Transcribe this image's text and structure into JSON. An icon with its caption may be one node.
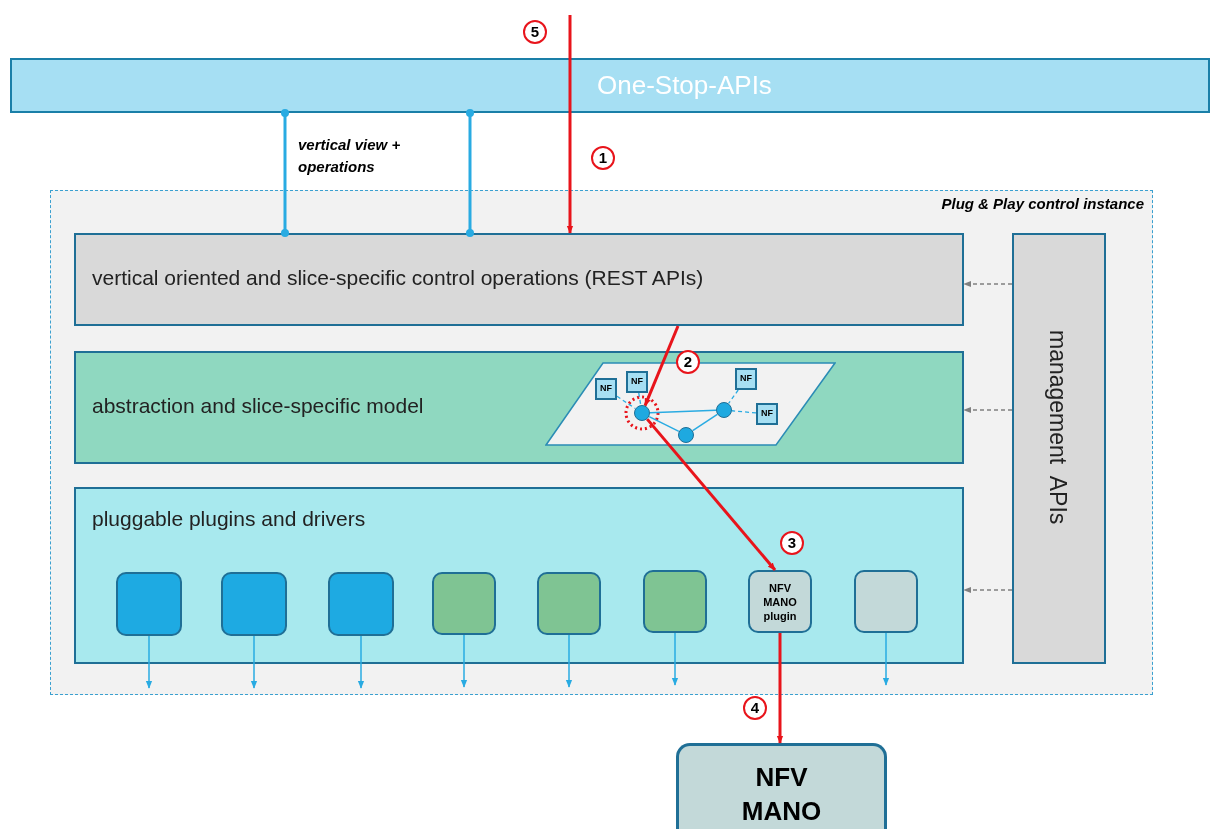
{
  "diagram": {
    "nodes": [
      {
        "text": [
          "One-Stop-APIs"
        ]
      },
      {
        "text": [
          "Plug & Play control instance"
        ]
      },
      {
        "text": [
          "vertical oriented and slice-specific control operations (REST APIs)"
        ],
        "in": 1
      },
      {
        "text": [
          "abstraction and slice-specific model"
        ],
        "in": 1
      },
      {
        "text": [],
        "shape": "parallelogram",
        "in": 3
      },
      {
        "text": [
          "NF"
        ],
        "in": 4
      },
      {
        "text": [
          "NF"
        ],
        "in": 4
      },
      {
        "text": [
          "NF"
        ],
        "in": 4
      },
      {
        "text": [
          "NF"
        ],
        "in": 4
      },
      {
        "text": [],
        "shape": "circle",
        "in": 4
      },
      {
        "text": [],
        "shape": "circle",
        "in": 4
      },
      {
        "text": [],
        "shape": "circle",
        "in": 4
      },
      {
        "text": [
          "pluggable plugins and drivers"
        ],
        "in": 1
      },
      {
        "text": [],
        "shape": "box",
        "in": 12
      },
      {
        "text": [],
        "shape": "box",
        "in": 12
      },
      {
        "text": [],
        "shape": "box",
        "in": 12
      },
      {
        "text": [],
        "shape": "box",
        "in": 12
      },
      {
        "text": [],
        "shape": "box",
        "in": 12
      },
      {
        "text": [],
        "shape": "box",
        "in": 12
      },
      {
        "text": [
          "NFV MANO plugin"
        ],
        "in": 12
      },
      {
        "text": [],
        "shape": "box",
        "in": 12
      },
      {
        "text": [
          "management  APIs"
        ],
        "in": 1
      },
      {
        "text": [
          "NFV MANO"
        ]
      }
    ],
    "edges": [
      {
        "from": 0,
        "to": 2,
        "arrow": "other"
      },
      {
        "from": 0,
        "to": 2,
        "arrow": "other"
      },
      {
        "from": null,
        "to": 2,
        "arrow": "to",
        "color": "#e8141b"
      },
      {
        "from": 2,
        "to": 9,
        "arrow": "to",
        "color": "#e8141b"
      },
      {
        "from": 9,
        "to": 19,
        "arrow": "to",
        "color": "#e8141b"
      },
      {
        "from": 19,
        "to": 22,
        "arrow": "to",
        "color": "#e8141b"
      },
      {
        "from": 5,
        "to": 9,
        "arrow": "none",
        "style": "dashed"
      },
      {
        "from": 6,
        "to": 9,
        "arrow": "none",
        "style": "dashed"
      },
      {
        "from": 9,
        "to": 11,
        "arrow": "none"
      },
      {
        "from": 9,
        "to": 10,
        "arrow": "none"
      },
      {
        "from": 10,
        "to": 11,
        "arrow": "none"
      },
      {
        "from": 7,
        "to": 11,
        "arrow": "none",
        "style": "dashed"
      },
      {
        "from": 8,
        "to": 11,
        "arrow": "none",
        "style": "dashed"
      },
      {
        "from": 21,
        "to": 2,
        "arrow": "to",
        "style": "dashed",
        "color": "#808080"
      },
      {
        "from": 21,
        "to": 3,
        "arrow": "to",
        "style": "dashed",
        "color": "#808080"
      },
      {
        "from": 21,
        "to": 12,
        "arrow": "to",
        "style": "dashed",
        "color": "#808080"
      },
      {
        "from": 13,
        "to": null,
        "arrow": "to"
      },
      {
        "from": 14,
        "to": null,
        "arrow": "to"
      },
      {
        "from": 15,
        "to": null,
        "arrow": "to"
      },
      {
        "from": 16,
        "to": null,
        "arrow": "to"
      },
      {
        "from": 17,
        "to": null,
        "arrow": "to"
      },
      {
        "from": 18,
        "to": null,
        "arrow": "to"
      },
      {
        "from": 20,
        "to": null,
        "arrow": "to"
      }
    ],
    "labels": [
      "5",
      "vertical view + operations",
      "1",
      "2",
      "3",
      "4"
    ]
  }
}
